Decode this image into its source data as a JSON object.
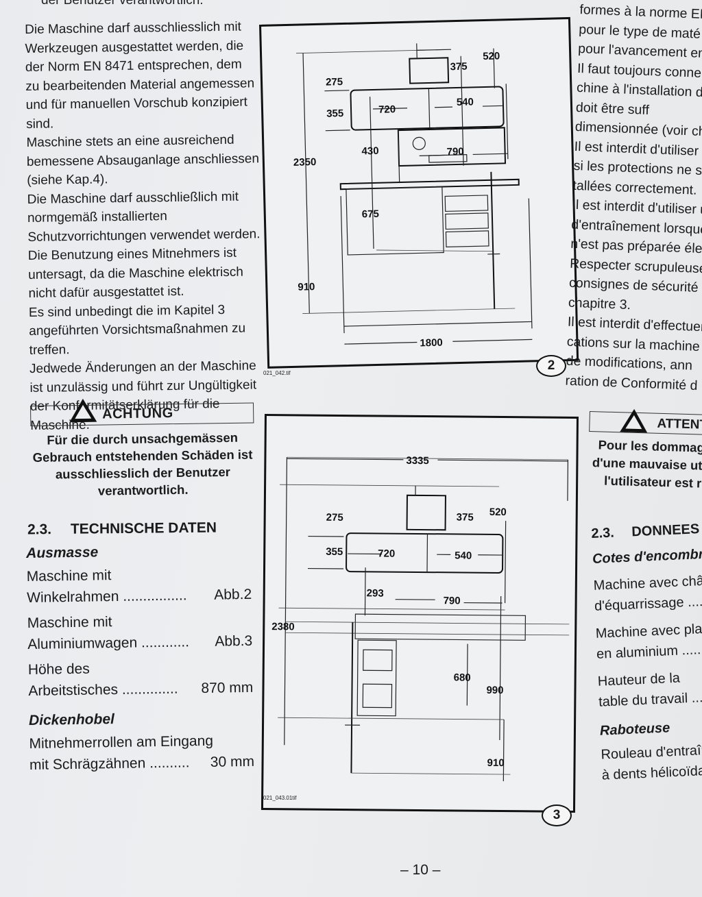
{
  "left": {
    "cut_top": "der Benutzer verantwortlich.",
    "paragraphs": [
      "Die Maschine darf ausschliesslich mit Werkzeugen ausgestattet werden, die der Norm EN 8471 entsprechen, dem zu bearbeitenden Material angemessen und für manuellen Vorschub konzipiert sind.",
      "Maschine stets an eine ausreichend bemessene Absauganlage anschliessen (siehe Kap.4).",
      "Die Maschine darf ausschließlich mit normgemäß installierten Schutzvorrichtungen verwendet werden.",
      "Die Benutzung eines Mitnehmers ist untersagt, da die Maschine elektrisch nicht dafür ausgestattet ist.",
      "Es sind unbedingt die im Kapitel 3 angeführten Vorsichtsmaßnahmen zu treffen.",
      "Jedwede Änderungen an der Maschine ist unzulässig und führt zur Ungültigkeit der Konformitätserklärung für die Maschine."
    ],
    "warning_title": "ACHTUNG",
    "warning_text": "Für die durch unsachgemässen Gebrauch entstehenden Schäden ist ausschliesslich der Benutzer verantwortlich.",
    "section_number": "2.3.",
    "section_title": "TECHNISCHE DATEN",
    "sub1": "Ausmasse",
    "spec1_l1": "Maschine mit",
    "spec1_l2": "Winkelrahmen ................",
    "spec1_v": "Abb.2",
    "spec2_l1": "Maschine mit",
    "spec2_l2": "Aluminiumwagen ............",
    "spec2_v": "Abb.3",
    "spec3_l1": "Höhe des",
    "spec3_l2": "Arbeitstisches ..............",
    "spec3_v": "870 mm",
    "sub2": "Dickenhobel",
    "spec4_l1": "Mitnehmerrollen am Eingang",
    "spec4_l2": "mit Schrägzähnen ..........",
    "spec4_v": "30 mm"
  },
  "right": {
    "lines": [
      "formes à la norme EN",
      "pour le type de maté",
      "pour l'avancement en",
      "Il faut toujours conne",
      "chine à l'installation d",
      "doit      être      suff",
      "dimensionnée (voir cha",
      "Il est interdit d'utiliser l",
      "si les protections ne so",
      "tallées correctement.",
      "Il est interdit d'utiliser u",
      "d'entraînement lorsque",
      "n'est pas préparée électr",
      "Respecter scrupuleuse",
      "consignes de sécurité",
      "chapitre 3.",
      "Il est interdit d'effectuer",
      "cations sur la machine",
      "de modifications, ann",
      "ration de Conformité d"
    ],
    "warning_title": "ATTENTI",
    "warning_l1": "Pour les dommage",
    "warning_l2": "d'une mauvaise uti",
    "warning_l3": "l'utilisateur est re",
    "section_number": "2.3.",
    "section_title": "DONNEES T",
    "sub1": "Cotes d'encombr",
    "s1a": "Machine avec châ",
    "s1b": "d'équarrissage .....",
    "s2a": "Machine avec plat",
    "s2b": "en aluminium .......",
    "s3a": "Hauteur de la",
    "s3b": "table du travail ...",
    "sub2": "Raboteuse",
    "s4a": "Rouleau d'entraîn",
    "s4b": "à dents hélicoïda"
  },
  "fig2": {
    "file": "021_042.tif",
    "number": "2",
    "dims": {
      "d275": "275",
      "d355": "355",
      "d375": "375",
      "d520": "520",
      "d720": "720",
      "d540": "540",
      "d430": "430",
      "d790": "790",
      "d2350": "2350",
      "d675": "675",
      "d910": "910",
      "d1800": "1800"
    }
  },
  "fig3": {
    "file": "021_043.01tif",
    "number": "3",
    "dims": {
      "d3335": "3335",
      "d275": "275",
      "d375": "375",
      "d520": "520",
      "d355": "355",
      "d720": "720",
      "d540": "540",
      "d293": "293",
      "d790": "790",
      "d2380": "2380",
      "d680": "680",
      "d990": "990",
      "d910": "910"
    }
  },
  "page_number": "– 10 –"
}
